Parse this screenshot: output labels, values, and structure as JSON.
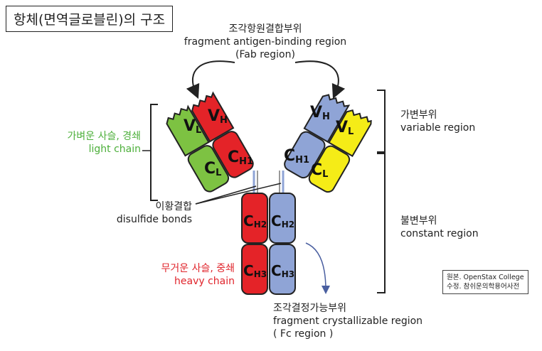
{
  "title": "항체(면역글로블린)의 구조",
  "fab": {
    "ko": "조각항원결합부위",
    "en": "fragment antigen-binding region",
    "sub": "(Fab region)"
  },
  "light_chain": {
    "ko": "가벼운 사슬, 경쇄",
    "en": "light chain"
  },
  "disulfide": {
    "ko": "이황결합",
    "en": "disulfide bonds"
  },
  "heavy_chain": {
    "ko": "무거운 사슬, 중쇄",
    "en": "heavy chain"
  },
  "variable": {
    "ko": "가변부위",
    "en": "variable region"
  },
  "constant": {
    "ko": "불변부위",
    "en": "constant region"
  },
  "fc": {
    "ko": "조각결정가능부위",
    "en": "fragment crystallizable region",
    "sub": "( Fc region )"
  },
  "credit": {
    "line1": "원본. OpenStax College",
    "line2": "수정. 참쉬운의학용어사전"
  },
  "domains": {
    "vl_left": {
      "main": "V",
      "sub": "L"
    },
    "vh_left": {
      "main": "V",
      "sub": "H"
    },
    "cl_left": {
      "main": "C",
      "sub": "L"
    },
    "ch1_left": {
      "main": "C",
      "sub": "H1"
    },
    "vh_right": {
      "main": "V",
      "sub": "H"
    },
    "vl_right": {
      "main": "V",
      "sub": "L"
    },
    "ch1_right": {
      "main": "C",
      "sub": "H1"
    },
    "cl_right": {
      "main": "C",
      "sub": "L"
    },
    "ch2_left": {
      "main": "C",
      "sub": "H2"
    },
    "ch2_right": {
      "main": "C",
      "sub": "H2"
    },
    "ch3_left": {
      "main": "C",
      "sub": "H3"
    },
    "ch3_right": {
      "main": "C",
      "sub": "H3"
    }
  },
  "colors": {
    "light": "#7dc242",
    "heavy": "#e42328",
    "blue": "#8fa4d6",
    "yellow": "#f5ec17"
  }
}
